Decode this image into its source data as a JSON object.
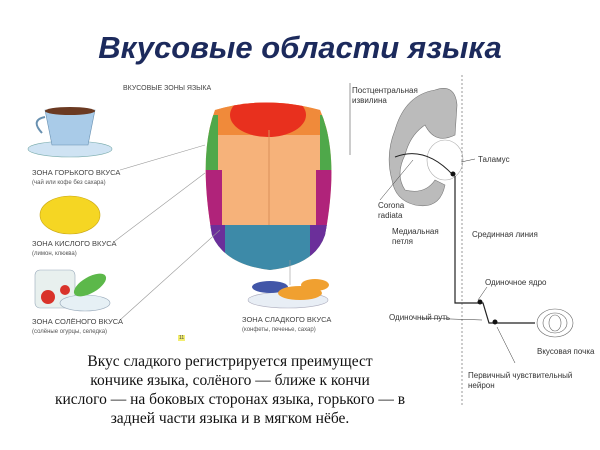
{
  "title": "Вкусовые области языка",
  "tongue_figure": {
    "heading": "ВКУСОВЫЕ ЗОНЫ ЯЗЫКА",
    "zones": [
      {
        "label": "ЗОНА ГОРЬКОГО ВКУСА",
        "examples": "(чай или кофе без сахара)"
      },
      {
        "label": "ЗОНА КИСЛОГО ВКУСА",
        "examples": "(лимон, клюква)"
      },
      {
        "label": "ЗОНА СОЛЁНОГО ВКУСА",
        "examples": "(солёные огурцы, селедка)"
      },
      {
        "label": "ЗОНА СЛАДКОГО ВКУСА",
        "examples": "(конфеты, печенье, сахар)"
      }
    ],
    "page_number": "11"
  },
  "pathway": {
    "postcentral": "Постцентральная извилина",
    "thalamus": "Таламус",
    "corona": "Corona radiata",
    "lemniscus": "Медиальная петля",
    "midline": "Срединная линия",
    "nucleus": "Одиночное ядро",
    "tract": "Одиночный путь",
    "bud": "Вкусовая почка",
    "neuron": "Первичный чувствительный нейрон"
  },
  "body_lines": [
    "Вкус сладкого регистрируется преимущест",
    "кончике языка, солёного — ближе к кончи",
    "кислого — на боковых сторонах языка, горького — в",
    "задней части языка и в мягком нёбе."
  ]
}
